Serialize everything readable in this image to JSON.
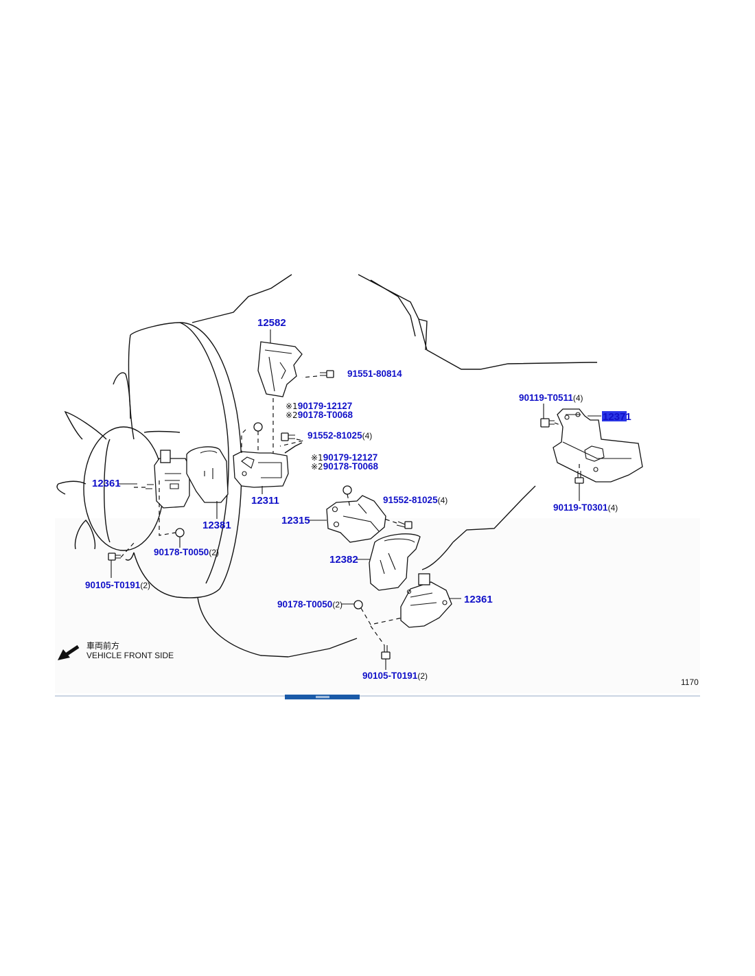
{
  "labels": {
    "p12582": "12582",
    "p91551": "91551-80814",
    "p90179a_mark": "※1",
    "p90179a": "90179-12127",
    "p90178a_mark": "※2",
    "p90178a": "90178-T0068",
    "p91552a": "91552-81025",
    "p91552a_qty": "(4)",
    "p12361_left": "12361",
    "p12381": "12381",
    "p12311": "12311",
    "p90178b": "90178-T0050",
    "p90178b_qty": "(2)",
    "p90105a": "90105-T0191",
    "p90105a_qty": "(2)",
    "p90179b_mark": "※1",
    "p90179b": "90179-12127",
    "p90178c_mark": "※2",
    "p90178c": "90178-T0068",
    "p91552b": "91552-81025",
    "p91552b_qty": "(4)",
    "p12315": "12315",
    "p12382": "12382",
    "p12361_right": "12361",
    "p90178d": "90178-T0050",
    "p90178d_qty": "(2)",
    "p90105b": "90105-T0191",
    "p90105b_qty": "(2)",
    "p90119a": "90119-T0511",
    "p90119a_qty": "(4)",
    "p12371": "12371",
    "p90119b": "90119-T0301",
    "p90119b_qty": "(4)",
    "front_jp": "車両前方",
    "front_en": "VEHICLE FRONT SIDE",
    "page_number": "1170"
  },
  "colors": {
    "part_label": "#1010c8",
    "highlight": "#2a36e6",
    "toolbar": "#1a5aa8"
  },
  "icons": {
    "front_arrow": "arrow-down-left-icon",
    "toolbar": "toolbar-handle-icon"
  }
}
